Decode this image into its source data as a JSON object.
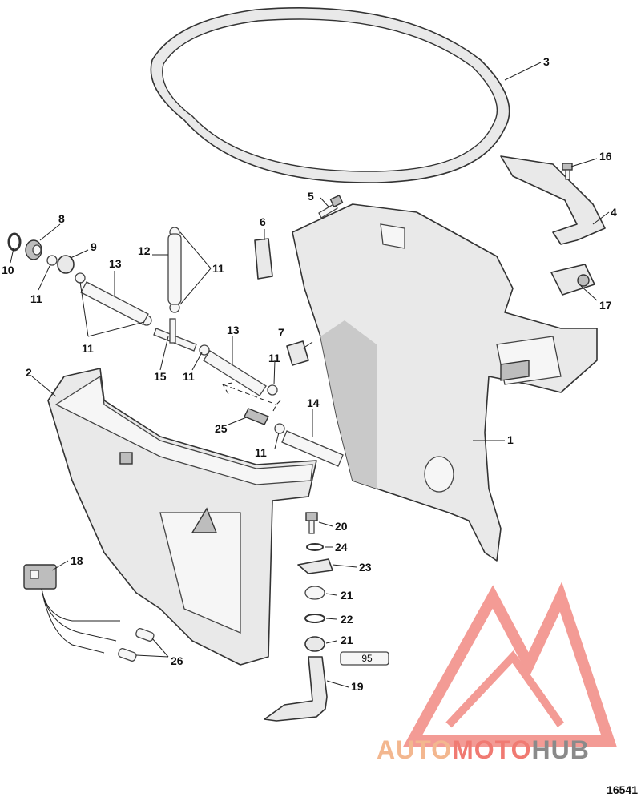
{
  "diagram": {
    "figure_id": "16541",
    "callouts": [
      "1",
      "2",
      "3",
      "4",
      "5",
      "6",
      "7",
      "8",
      "9",
      "10",
      "11",
      "12",
      "13",
      "14",
      "15",
      "16",
      "17",
      "18",
      "19",
      "20",
      "21",
      "22",
      "23",
      "24",
      "25",
      "26"
    ],
    "labels": {
      "c1": "1",
      "c2": "2",
      "c3": "3",
      "c4": "4",
      "c5": "5",
      "c6": "6",
      "c7": "7",
      "c8": "8",
      "c9": "9",
      "c10": "10",
      "c11a": "11",
      "c11b": "11",
      "c11c": "11",
      "c11d": "11",
      "c11e": "11",
      "c11f": "11",
      "c12": "12",
      "c13a": "13",
      "c13b": "13",
      "c14": "14",
      "c15": "15",
      "c16": "16",
      "c17": "17",
      "c18": "18",
      "c19": "19",
      "c20": "20",
      "c21a": "21",
      "c21b": "21",
      "c22": "22",
      "c23": "23",
      "c24": "24",
      "c25": "25",
      "c26": "26",
      "tube95": "95"
    }
  },
  "watermark": {
    "part1": "AUTO",
    "part2": "MOTO",
    "part3": "HUB",
    "color_light": "#f3b78f",
    "color_mid": "#f07a72",
    "color_dark": "#8a8a8a"
  }
}
